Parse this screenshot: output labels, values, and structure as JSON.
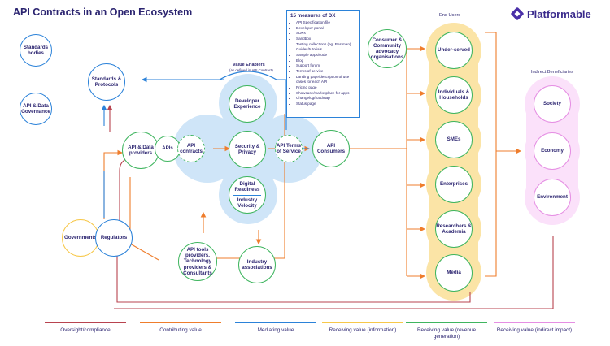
{
  "title": "API Contracts in an Open Ecosystem",
  "brand": "Platformable",
  "colors": {
    "oversight": "#b8434f",
    "contributing": "#ef7d2c",
    "mediating": "#2b82d9",
    "receiving_info": "#f7c84a",
    "receiving_revenue": "#3fb55f",
    "receiving_indirect": "#e58ee3",
    "node_text": "#2b2470"
  },
  "nodes": {
    "standards_bodies": "Standards bodies",
    "api_data_governance": "API & Data Governance",
    "standards_protocols": "Standards & Protocols",
    "api_data_providers": "API & Data providers",
    "apis": "APIs",
    "api_contracts": "API contracts",
    "developer_experience": "Developer Experience",
    "security_privacy": "Security & Privacy",
    "digital_readiness": "Digital Readiness",
    "industry_velocity": "Industry Velocity",
    "api_terms_of_service": "API Terms of Service",
    "api_consumers": "API Consumers",
    "consumer_advocacy": "Consumer & Community advocacy organisations",
    "governments": "Governments",
    "regulators": "Regulators",
    "api_tools_providers": "API tools providers, Technology providers & Consultants",
    "industry_associations": "Industry associations",
    "under_served": "Under-served",
    "individuals_households": "Individuals & Households",
    "smes": "SMEs",
    "enterprises": "Enterprises",
    "researchers_academia": "Researchers & Academia",
    "media": "Media",
    "society": "Society",
    "economy": "Economy",
    "environment": "Environment"
  },
  "value_enablers": {
    "title": "Value Enablers",
    "subtitle": "(as defined in API Contract)"
  },
  "end_users_label": "End Users",
  "indirect_label": "Indirect Beneficiaries",
  "dx": {
    "title": "15 measures of DX",
    "items": [
      "API Specification file",
      "Developer portal",
      "SDKs",
      "Sandbox",
      "Testing collections (eg. Postman)",
      "Guides/tutorials",
      "Sample apps/code",
      "Blog",
      "Support forum",
      "Terms of service",
      "Landing page/description of use cases for each API",
      "Pricing page",
      "Showcase/marketplace for apps",
      "Changelog/roadmap",
      "Status page"
    ]
  },
  "legend": [
    {
      "label": "Oversight/compliance",
      "color": "#b8434f"
    },
    {
      "label": "Contributing value",
      "color": "#ef7d2c"
    },
    {
      "label": "Mediating value",
      "color": "#2b82d9"
    },
    {
      "label": "Receiving value (information)",
      "color": "#f7c84a"
    },
    {
      "label": "Receiving value (revenue generation)",
      "color": "#3fb55f"
    },
    {
      "label": "Receiving value (indirect impact)",
      "color": "#e58ee3"
    }
  ]
}
